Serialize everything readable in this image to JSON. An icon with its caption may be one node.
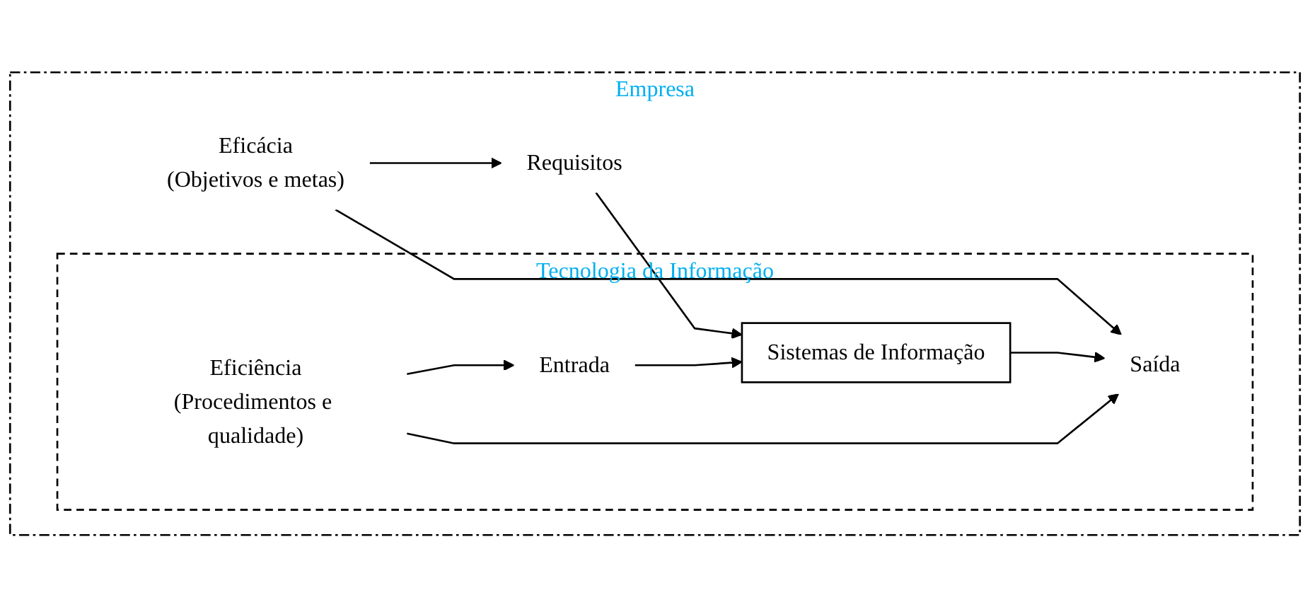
{
  "diagram": {
    "nodes": [
      {
        "text": [
          "Empresa"
        ]
      },
      {
        "text": [
          "Requisitos"
        ],
        "in": 0
      },
      {
        "text": [
          "Eficácia",
          "(Objetivos e metas)"
        ],
        "in": 0
      },
      {
        "text": [
          "Tecnologia da Informação"
        ],
        "in": 0
      },
      {
        "text": [
          "Entrada"
        ],
        "in": 3
      },
      {
        "text": [
          "Sistemas de Informação"
        ],
        "in": 3
      },
      {
        "text": [
          "Saída"
        ],
        "in": 3
      },
      {
        "text": [
          "Eficiência",
          "(Procedimentos e qualidade)"
        ],
        "in": 3
      }
    ],
    "edges": [
      {
        "from": 2,
        "to": 1,
        "arrow": "to"
      },
      {
        "from": 1,
        "to": 5,
        "arrow": "to"
      },
      {
        "from": 2,
        "to": 6,
        "arrow": "to"
      },
      {
        "from": 4,
        "to": 5,
        "arrow": "to"
      },
      {
        "from": 5,
        "to": 6,
        "arrow": "to"
      },
      {
        "from": 7,
        "to": 4,
        "arrow": "to"
      },
      {
        "from": 7,
        "to": 6,
        "arrow": "to"
      }
    ]
  }
}
